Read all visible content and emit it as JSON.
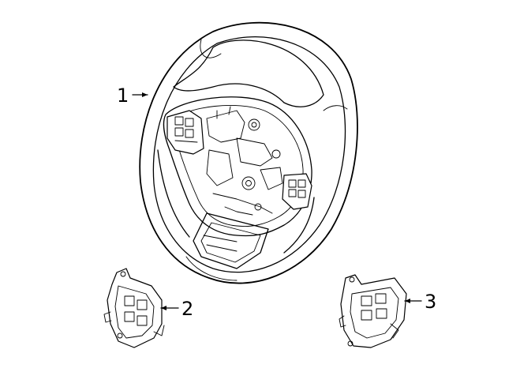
{
  "diagram": {
    "callouts": [
      {
        "number": "1",
        "part": "steering-wheel"
      },
      {
        "number": "2",
        "part": "left-switch-assembly"
      },
      {
        "number": "3",
        "part": "right-switch-assembly"
      }
    ]
  }
}
